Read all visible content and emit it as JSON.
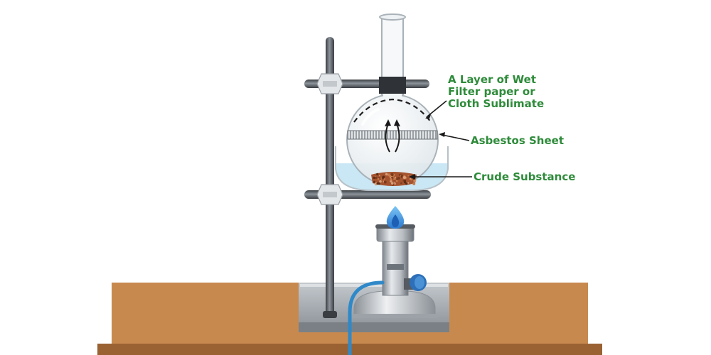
{
  "labels": {
    "wet_layer_line1": "A Layer of Wet",
    "wet_layer_line2": "Filter paper or",
    "wet_layer_line3": "Cloth Sublimate",
    "asbestos": "Asbestos Sheet",
    "crude": "Crude Substance"
  },
  "colors": {
    "label_text": "#2e8b3a",
    "table_top": "#c8894f",
    "table_dark": "#9a6232",
    "stand_rod": "#4a4f55",
    "water": "#bfe3f2",
    "flame_outer": "#4aa8e8",
    "flame_inner": "#1d5fb5",
    "hose": "#2f89c9",
    "crude_substance": "#a4532e"
  },
  "icons": {
    "arrows": "curved-up-arrows-icon",
    "flame": "flame-icon"
  }
}
